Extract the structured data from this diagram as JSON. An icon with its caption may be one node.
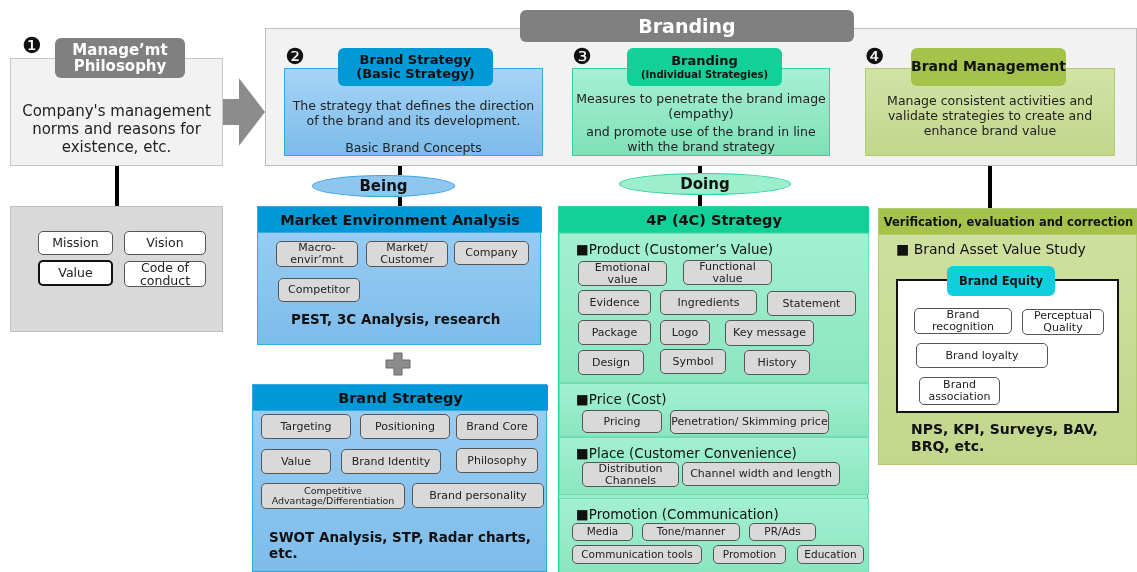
{
  "diagram": {
    "nodes": [
      {
        "text": [
          "Manage’mt Philosophy",
          "Company's management norms and reasons for existence, etc."
        ],
        "beside": [
          "❶"
        ]
      },
      {
        "text": [],
        "shape": "box"
      },
      {
        "text": [
          "Mission"
        ],
        "in": 1
      },
      {
        "text": [
          "Vision"
        ],
        "in": 1
      },
      {
        "text": [
          "Value"
        ],
        "in": 1
      },
      {
        "text": [
          "Code of conduct"
        ],
        "in": 1
      },
      {
        "text": [
          "Branding"
        ]
      },
      {
        "text": [
          "Brand Strategy (Basic Strategy)",
          "The strategy that defines the direction of the brand and its development.",
          "Basic Brand Concepts"
        ],
        "in": 6,
        "beside": [
          "❷"
        ]
      },
      {
        "text": [
          "Branding",
          "(Individual Strategies)",
          "Measures to penetrate the brand image (empathy)",
          "and promote use of the brand in line with the brand strategy"
        ],
        "in": 6,
        "beside": [
          "❸"
        ]
      },
      {
        "text": [
          "Brand Management",
          "Manage consistent activities and validate strategies to create and enhance brand value"
        ],
        "in": 6,
        "beside": [
          "❹"
        ]
      },
      {
        "text": [
          "Being"
        ]
      },
      {
        "text": [
          "Doing"
        ]
      },
      {
        "text": [
          "Market Environment Analysis",
          "PEST, 3C Analysis, research"
        ]
      },
      {
        "text": [
          "Macro- envir’mnt"
        ],
        "in": 12
      },
      {
        "text": [
          "Market/ Customer"
        ],
        "in": 12
      },
      {
        "text": [
          "Company"
        ],
        "in": 12
      },
      {
        "text": [
          "Competitor"
        ],
        "in": 12
      },
      {
        "text": [
          "Brand Strategy",
          "SWOT Analysis, STP, Radar charts, etc."
        ]
      },
      {
        "text": [
          "Targeting"
        ],
        "in": 17
      },
      {
        "text": [
          "Positioning"
        ],
        "in": 17
      },
      {
        "text": [
          "Brand Core"
        ],
        "in": 17
      },
      {
        "text": [
          "Value"
        ],
        "in": 17
      },
      {
        "text": [
          "Brand Identity"
        ],
        "in": 17
      },
      {
        "text": [
          "Philosophy"
        ],
        "in": 17
      },
      {
        "text": [
          "Competitive Advantage/Differentiation"
        ],
        "in": 17
      },
      {
        "text": [
          "Brand personality"
        ],
        "in": 17
      },
      {
        "text": [
          "4P (4C) Strategy"
        ]
      },
      {
        "text": [
          "■Product (Customer’s Value)"
        ],
        "in": 26
      },
      {
        "text": [
          "Emotional value"
        ],
        "in": 27
      },
      {
        "text": [
          "Functional value"
        ],
        "in": 27
      },
      {
        "text": [
          "Evidence"
        ],
        "in": 27
      },
      {
        "text": [
          "Ingredients"
        ],
        "in": 27
      },
      {
        "text": [
          "Statement"
        ],
        "in": 27
      },
      {
        "text": [
          "Package"
        ],
        "in": 27
      },
      {
        "text": [
          "Logo"
        ],
        "in": 27
      },
      {
        "text": [
          "Key message"
        ],
        "in": 27
      },
      {
        "text": [
          "Design"
        ],
        "in": 27
      },
      {
        "text": [
          "Symbol"
        ],
        "in": 27
      },
      {
        "text": [
          "History"
        ],
        "in": 27
      },
      {
        "text": [
          "■Price (Cost)"
        ],
        "in": 26
      },
      {
        "text": [
          "Pricing"
        ],
        "in": 39
      },
      {
        "text": [
          "Penetration/ Skimming price"
        ],
        "in": 39
      },
      {
        "text": [
          "■Place (Customer Convenience)"
        ],
        "in": 26
      },
      {
        "text": [
          "Distribution Channels"
        ],
        "in": 42
      },
      {
        "text": [
          "Channel width and length"
        ],
        "in": 42
      },
      {
        "text": [
          "■Promotion (Communication)"
        ],
        "in": 26
      },
      {
        "text": [
          "Media"
        ],
        "in": 45
      },
      {
        "text": [
          "Tone/manner"
        ],
        "in": 45
      },
      {
        "text": [
          "PR/Ads"
        ],
        "in": 45
      },
      {
        "text": [
          "Communication tools"
        ],
        "in": 45
      },
      {
        "text": [
          "Promotion"
        ],
        "in": 45
      },
      {
        "text": [
          "Education"
        ],
        "in": 45
      },
      {
        "text": [
          "Verification, evaluation and correction",
          "■ Brand Asset Value Study",
          "NPS, KPI, Surveys, BAV, BRQ, etc."
        ]
      },
      {
        "text": [
          "Brand Equity"
        ],
        "in": 52
      },
      {
        "text": [
          "Brand recognition"
        ],
        "in": 53
      },
      {
        "text": [
          "Perceptual Quality"
        ],
        "in": 53
      },
      {
        "text": [
          "Brand loyalty"
        ],
        "in": 53
      },
      {
        "text": [
          "Brand association"
        ],
        "in": 53
      }
    ],
    "edges": [
      {
        "from": 0,
        "to": 6,
        "arrow": "to",
        "style": "thick",
        "color": "#8c8c8c"
      },
      {
        "from": 0,
        "to": 1,
        "arrow": "none"
      },
      {
        "from": 7,
        "to": 10,
        "arrow": "none"
      },
      {
        "from": 10,
        "to": 12,
        "arrow": "none"
      },
      {
        "from": 8,
        "to": 11,
        "arrow": "none"
      },
      {
        "from": 11,
        "to": 26,
        "arrow": "none"
      },
      {
        "from": 9,
        "to": 52,
        "arrow": "none"
      }
    ]
  }
}
